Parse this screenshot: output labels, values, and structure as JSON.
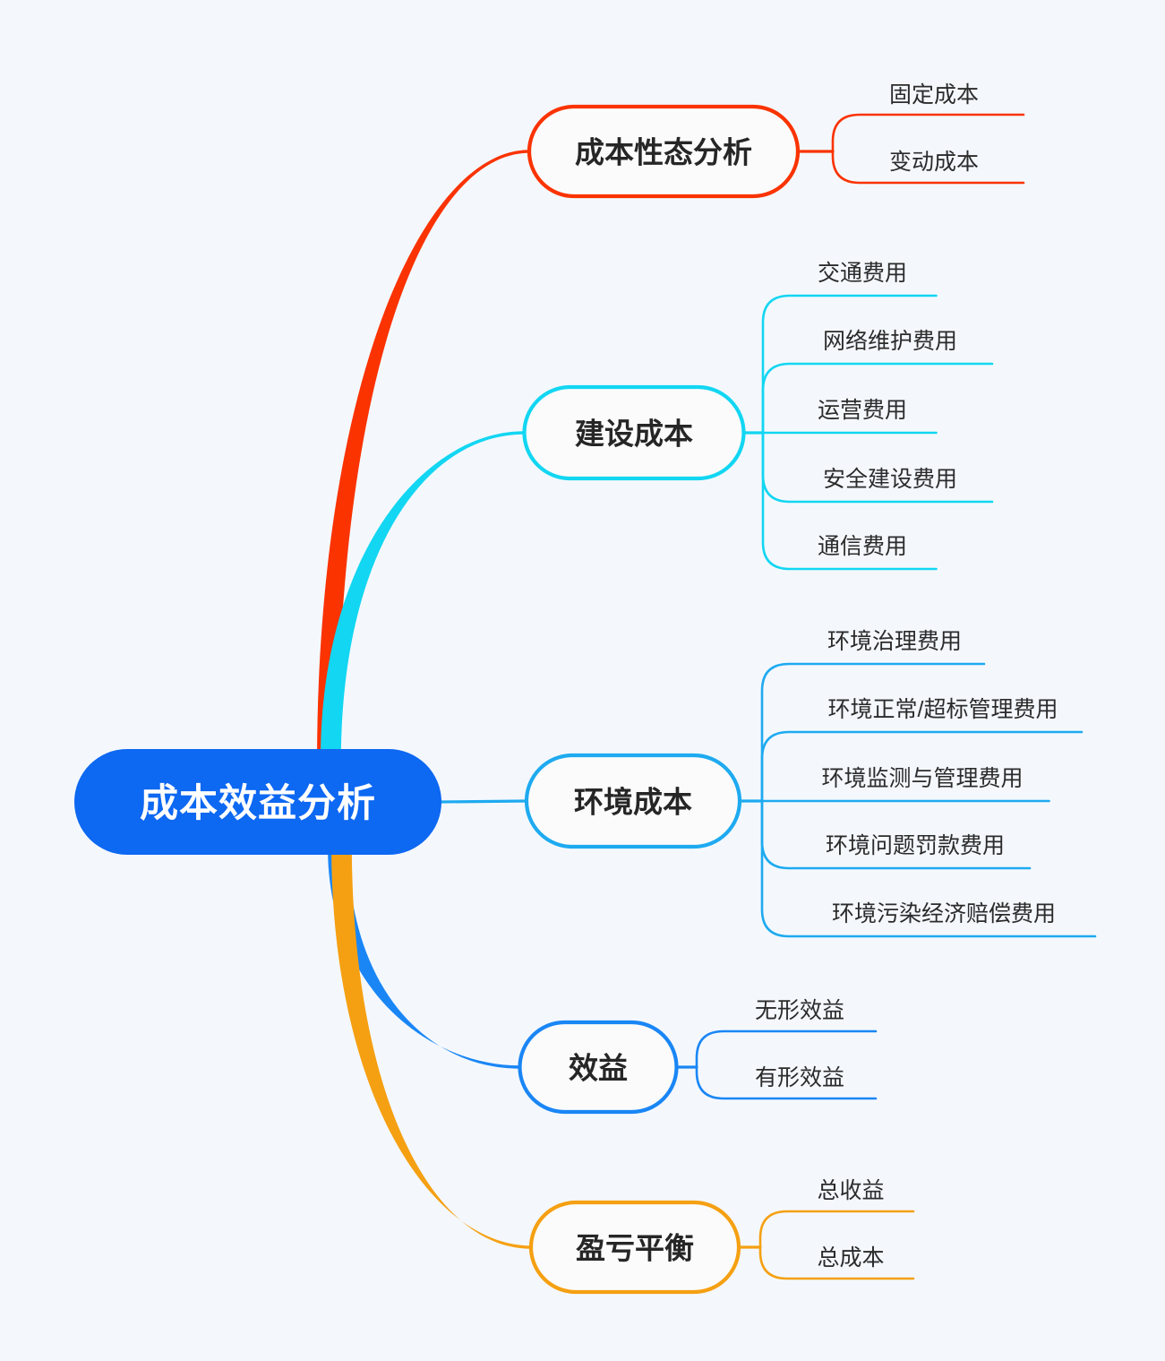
{
  "diagram": {
    "type": "mind-map",
    "background_color": "#f4f8fd",
    "root": {
      "label": "成本效益分析",
      "fill_color": "#0d68f2",
      "text_color": "#ffffff"
    },
    "branches": [
      {
        "label": "成本性态分析",
        "color": "#fa3301",
        "children": [
          {
            "label": "固定成本"
          },
          {
            "label": "变动成本"
          }
        ]
      },
      {
        "label": "建设成本",
        "color": "#12d6f2",
        "children": [
          {
            "label": "交通费用"
          },
          {
            "label": "网络维护费用"
          },
          {
            "label": "运营费用"
          },
          {
            "label": "安全建设费用"
          },
          {
            "label": "通信费用"
          }
        ]
      },
      {
        "label": "环境成本",
        "color": "#1eaaf0",
        "children": [
          {
            "label": "环境治理费用"
          },
          {
            "label": "环境正常/超标管理费用"
          },
          {
            "label": "环境监测与管理费用"
          },
          {
            "label": "环境问题罚款费用"
          },
          {
            "label": "环境污染经济赔偿费用"
          }
        ]
      },
      {
        "label": "效益",
        "color": "#1a86f5",
        "children": [
          {
            "label": "无形效益"
          },
          {
            "label": "有形效益"
          }
        ]
      },
      {
        "label": "盈亏平衡",
        "color": "#f5a012",
        "children": [
          {
            "label": "总收益"
          },
          {
            "label": "总成本"
          }
        ]
      }
    ]
  }
}
